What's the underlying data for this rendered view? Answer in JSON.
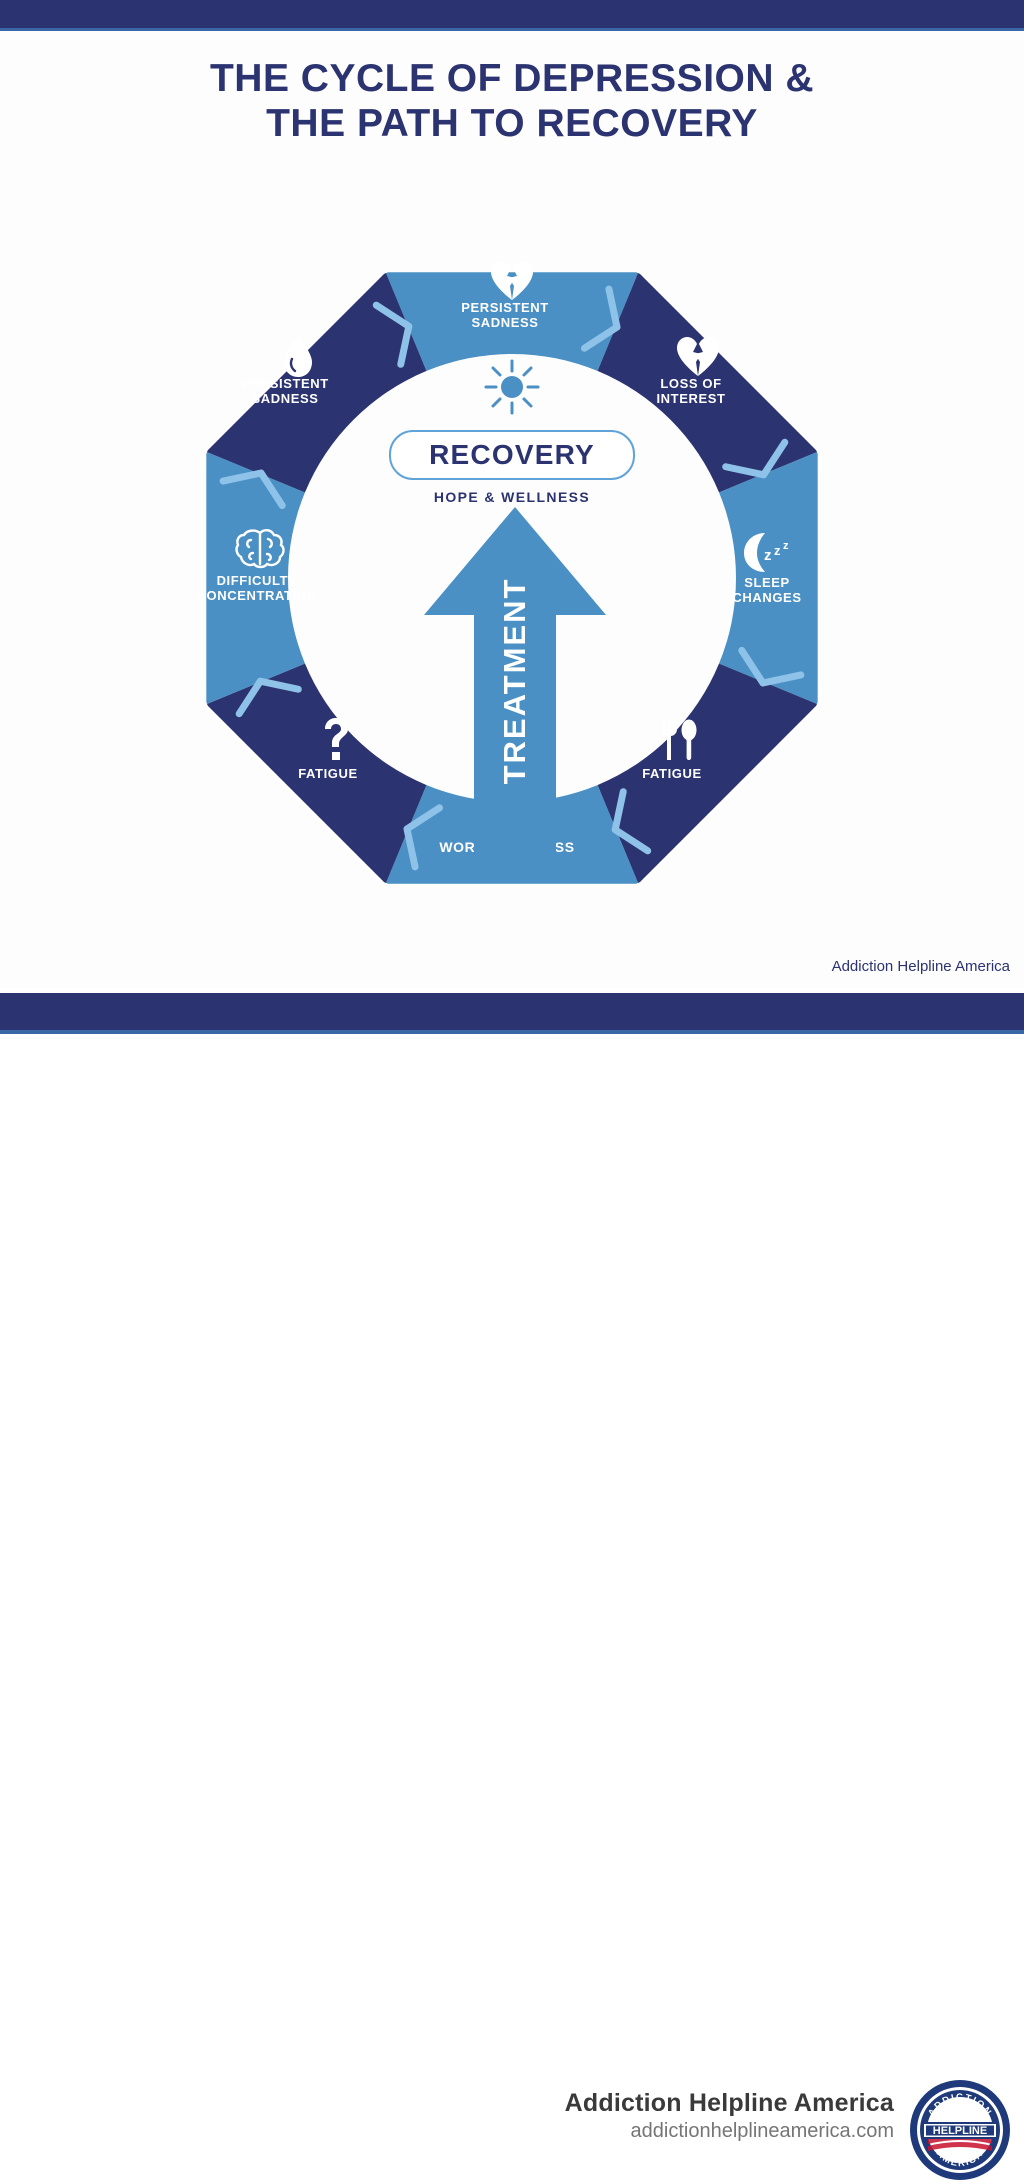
{
  "title": {
    "line1": "THE CYCLE OF DEPRESSION &",
    "line2": "THE PATH TO RECOVERY"
  },
  "colors": {
    "navy": "#2b3370",
    "light_blue": "#4a90c4",
    "mid_blue": "#3a67a8",
    "divider_blue": "#8fc2e8",
    "white": "#ffffff"
  },
  "wheel": {
    "segments": [
      {
        "id": "persistent-sadness-top",
        "label_line1": "PERSISTENT",
        "label_line2": "SADNESS",
        "icon": "broken-heart-icon",
        "color": "#4a90c4",
        "position": "top"
      },
      {
        "id": "loss-of-interest",
        "label_line1": "LOSS OF",
        "label_line2": "INTEREST",
        "icon": "broken-heart-icon",
        "color": "#2b3370",
        "position": "top-right"
      },
      {
        "id": "sleep-changes",
        "label_line1": "SLEEP",
        "label_line2": "CHANGES",
        "icon": "moon-zzz-icon",
        "color": "#4a90c4",
        "position": "right"
      },
      {
        "id": "fatigue-appetite",
        "label_line1": "FATIGUE",
        "label_line2": "",
        "icon": "fork-spoon-icon",
        "color": "#2b3370",
        "position": "bottom-right"
      },
      {
        "id": "worthlessness",
        "label_line1": "WORTHLESSNESS",
        "label_line2": "",
        "icon": "sitting-person-icon",
        "color": "#4a90c4",
        "position": "bottom"
      },
      {
        "id": "fatigue-question",
        "label_line1": "FATIGUE",
        "label_line2": "",
        "icon": "question-mark-icon",
        "color": "#2b3370",
        "position": "bottom-left"
      },
      {
        "id": "difficulty-concentrating",
        "label_line1": "DIFFICULTY",
        "label_line2": "CONCENTRATING",
        "icon": "brain-icon",
        "color": "#4a90c4",
        "position": "left"
      },
      {
        "id": "persistent-sadness-left",
        "label_line1": "PERSISTENT",
        "label_line2": "SADNESS",
        "icon": "teardrop-icon",
        "color": "#2b3370",
        "position": "top-left"
      }
    ]
  },
  "center": {
    "sun_icon": "sun-icon",
    "recovery_label": "RECOVERY",
    "subtitle": "HOPE & WELLNESS"
  },
  "arrow": {
    "label": "TREATMENT",
    "icon": "up-arrow-icon"
  },
  "attribution": "Addiction Helpline America",
  "footer": {
    "brand": "Addiction Helpline America",
    "url": "addictionhelplineamerica.com",
    "badge": {
      "top_text": "ADDICTION",
      "center_text": "HELPLINE",
      "bottom_text": "AMERICA"
    }
  }
}
